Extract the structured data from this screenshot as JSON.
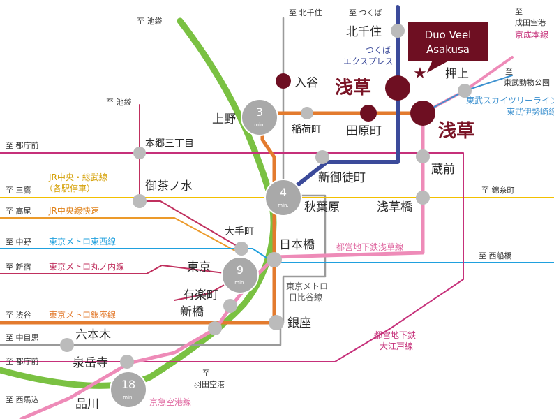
{
  "colors": {
    "yamanote": "#7ac142",
    "chuo_sobu": "#f3c000",
    "chuo_rapid": "#ec9a2a",
    "tozai": "#1fa0de",
    "marunouchi": "#c0305e",
    "ginza": "#e37b2e",
    "hibiya": "#9a9a9a",
    "asakusa": "#ee8bb8",
    "oedo": "#c6307a",
    "tsukuba": "#3b4a9a",
    "keisei": "#ee8bb8",
    "tobu": "#3b90cf",
    "keikyu": "#ee8bb8",
    "station_dark": "#6e0f22",
    "station_gray": "#bbbbbb",
    "hub": "#a9a9a9",
    "accent_text": "#7a1426"
  },
  "property": {
    "name_line1": "Duo Veel",
    "name_line2": "Asakusa"
  },
  "stations": {
    "kitasenju": "北千住",
    "iriya": "入谷",
    "asakusa_tx": "浅草",
    "asakusa_main": "浅草",
    "ueno": "上野",
    "inaricho": "稲荷町",
    "tawaramachi": "田原町",
    "oshiage": "押上",
    "hongo": "本郷三丁目",
    "shinokachimachi": "新御徒町",
    "kuramae": "蔵前",
    "ochanomizu": "御茶ノ水",
    "akihabara": "秋葉原",
    "asakusabashi": "浅草橋",
    "otemachi": "大手町",
    "nihonbashi": "日本橋",
    "tokyo": "東京",
    "yurakucho": "有楽町",
    "shinbashi": "新橋",
    "ginza": "銀座",
    "roppongi": "六本木",
    "sengakuji": "泉岳寺",
    "shinagawa": "品川"
  },
  "hubs": {
    "ueno": {
      "num": "3",
      "unit": "min."
    },
    "akiba": {
      "num": "4",
      "unit": "min."
    },
    "tokyo": {
      "num": "9",
      "unit": "min."
    },
    "shina": {
      "num": "18",
      "unit": "min."
    }
  },
  "directions": {
    "ikebukuro_top": "至 池袋",
    "kitasenju": "至 北千住",
    "tsukuba": "至 つくば",
    "narita_1": "至",
    "narita_2": "成田空港",
    "zoo_1": "至",
    "zoo_2": "東武動物公園",
    "ikebukuro_mid": "至 池袋",
    "tochomae_top": "至 都庁前",
    "mitaka": "至 三鷹",
    "kinshicho": "至 錦糸町",
    "takao": "至 高尾",
    "nakano": "至 中野",
    "nishifunabashi": "至 西船橋",
    "shinjuku": "至 新宿",
    "shibuya": "至 渋谷",
    "nakameguro": "至 中目黒",
    "tochomae_bottom": "至 都庁前",
    "haneda_1": "至",
    "haneda_2": "羽田空港",
    "nishimagome": "至 西馬込"
  },
  "lines": {
    "tsukuba_1": "つくば",
    "tsukuba_2": "エクスプレス",
    "keisei": "京成本線",
    "tobu_1": "東武スカイツリーライン・",
    "tobu_2": "東武伊勢崎線",
    "chuo_sobu_1": "JR中央・総武線",
    "chuo_sobu_2": "（各駅停車）",
    "chuo_rapid": "JR中央線快速",
    "tozai": "東京メトロ東西線",
    "marunouchi": "東京メトロ丸ノ内線",
    "ginza": "東京メトロ銀座線",
    "hibiya_1": "東京メトロ",
    "hibiya_2": "日比谷線",
    "asakusa": "都営地下鉄浅草線",
    "oedo_1": "都営地下鉄",
    "oedo_2": "大江戸線",
    "keikyu": "京急空港線"
  }
}
